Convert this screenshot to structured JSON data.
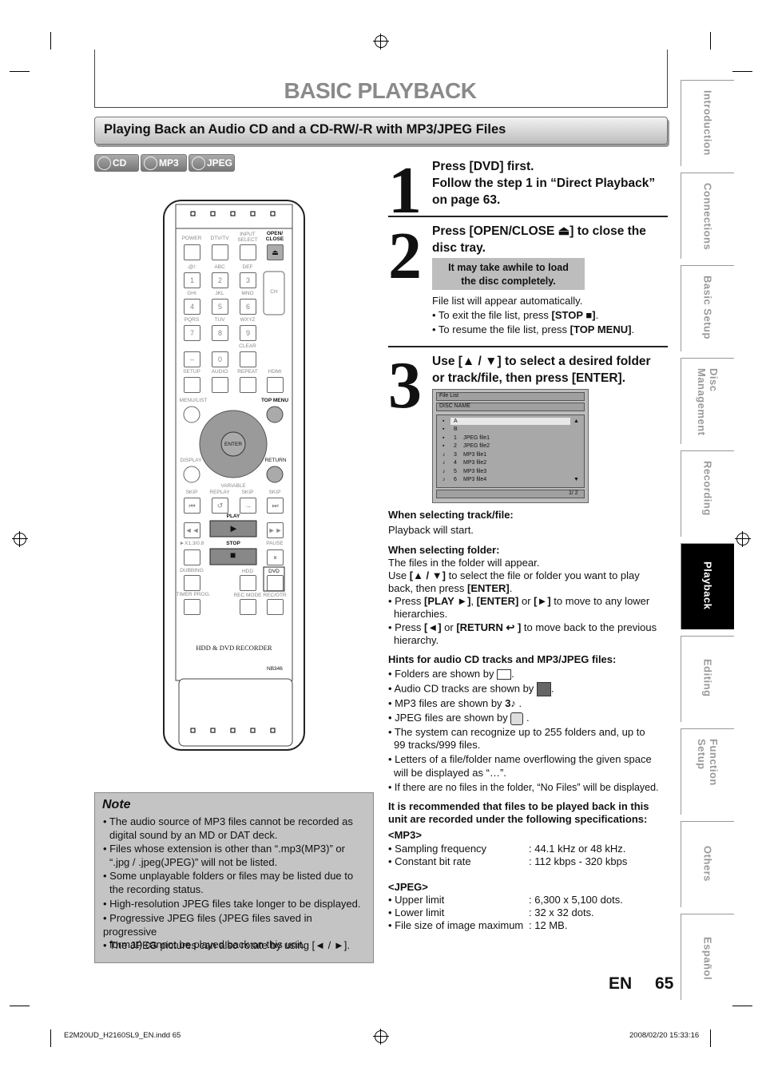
{
  "header": {
    "title": "BASIC PLAYBACK"
  },
  "section": {
    "title": "Playing Back an Audio CD and a CD-RW/-R with MP3/JPEG Files"
  },
  "disc_icons": [
    "CD",
    "MP3",
    "JPEG"
  ],
  "steps": {
    "s1": {
      "num": "1",
      "line1": "Press [DVD] first.",
      "line2": "Follow the step 1 in “Direct Playback”",
      "line3": "on page 63."
    },
    "s2": {
      "num": "2",
      "line1": "Press [OPEN/CLOSE ⏏] to close the",
      "line2": "disc tray.",
      "hint1": "It may take awhile to load",
      "hint2": "the disc completely.",
      "info": "File list will appear automatically.",
      "b1_pre": "• To exit the file list, press ",
      "b1_bold": "[STOP ■]",
      "b1_post": ".",
      "b2_pre": "• To resume the file list, press ",
      "b2_bold": "[TOP MENU]",
      "b2_post": "."
    },
    "s3": {
      "num": "3",
      "line1": "Use [▲ / ▼] to select a desired folder",
      "line2": "or track/file, then press [ENTER]."
    }
  },
  "screen": {
    "title": "File List",
    "disc_name": "DISC NAME",
    "rows": [
      {
        "num": "",
        "name": "A"
      },
      {
        "num": "",
        "name": "B"
      },
      {
        "num": "1",
        "name": "JPEG file1"
      },
      {
        "num": "2",
        "name": "JPEG file2"
      },
      {
        "num": "3",
        "name": "MP3   file1"
      },
      {
        "num": "4",
        "name": "MP3   file2"
      },
      {
        "num": "5",
        "name": "MP3   file3"
      },
      {
        "num": "6",
        "name": "MP3   file4"
      }
    ],
    "page": "1/ 2"
  },
  "track": {
    "heading": "When selecting track/file:",
    "text": "Playback will start."
  },
  "folder": {
    "heading": "When selecting folder:",
    "l1": "The files in the folder will appear.",
    "l2a": "Use ",
    "l2b": "[▲ / ▼]",
    "l2c": " to select the file or folder you want to play",
    "l3a": "back, then press ",
    "l3b": "[ENTER]",
    "l3c": ".",
    "b1a": "• Press ",
    "b1b": "[PLAY ►]",
    "b1c": ", ",
    "b1d": "[ENTER]",
    "b1e": " or ",
    "b1f": "[►]",
    "b1g": " to move to any lower",
    "b1h": "hierarchies.",
    "b2a": "• Press ",
    "b2b": "[◄]",
    "b2c": " or ",
    "b2d": "[RETURN ↩ ]",
    "b2e": " to move back to the previous",
    "b2f": "hierarchy."
  },
  "hints": {
    "heading": "Hints for audio CD tracks and MP3/JPEG files:",
    "h1": "• Folders are shown by",
    "h2": "• Audio CD tracks are shown by",
    "h3": "• MP3 files are shown by",
    "h4": "• JPEG files are shown by",
    "h5a": "• The system can recognize up to 255 folders and, up to",
    "h5b": "99 tracks/999 files.",
    "h6a": "• Letters of a file/folder name overflowing the given space",
    "h6b": "will be displayed as “…”.",
    "h7": "• If there are no files in the folder, “No Files” will be displayed."
  },
  "specs": {
    "heading1": "It is recommended that files to be played back in this",
    "heading2": "unit are recorded under the following specifications:",
    "mp3_label": "<MP3>",
    "mp3": [
      {
        "k": "• Sampling frequency",
        "v": ": 44.1 kHz or 48 kHz."
      },
      {
        "k": "• Constant bit rate",
        "v": ": 112 kbps - 320 kbps"
      }
    ],
    "jpeg_label": "<JPEG>",
    "jpeg": [
      {
        "k": "• Upper limit",
        "v": ": 6,300 x 5,100 dots."
      },
      {
        "k": "• Lower limit",
        "v": ": 32 x 32 dots."
      },
      {
        "k": "• File size of image maximum",
        "v": ": 12 MB."
      }
    ]
  },
  "note": {
    "title": "Note",
    "items": [
      [
        "• The audio source of MP3 files cannot be recorded as",
        "digital sound by an MD or DAT deck."
      ],
      [
        "• Files whose extension is other than “.mp3(MP3)” or",
        "“.jpg / .jpeg(JPEG)” will not be listed."
      ],
      [
        "• Some unplayable folders or files may be listed due to",
        "the recording status."
      ],
      [
        "• High-resolution JPEG files take longer to be displayed.",
        ""
      ],
      [
        "• Progressive JPEG files (JPEG files saved in progressive",
        "format) cannot be played back on this unit."
      ],
      [
        "• The JPEG pictures can also rotate by using [◄ / ►].",
        ""
      ]
    ]
  },
  "remote": {
    "labels": [
      "POWER",
      "DTV/TV",
      "INPUT SELECT",
      "OPEN/ CLOSE",
      ".@/:",
      "ABC",
      "DEF",
      "GHI",
      "JKL",
      "MNO",
      "CH",
      "PQRS",
      "TUV",
      "WXYZ",
      "CLEAR",
      "SETUP",
      "AUDIO",
      "REPEAT",
      "HDMI",
      "MENU/LIST",
      "TOP MENU",
      "ENTER",
      "DISPLAY",
      "RETURN",
      "VARIABLE",
      "SKIP",
      "REPLAY",
      "SKIP",
      "SKIP",
      "PLAY",
      "►X1.3/0.8",
      "STOP",
      "PAUSE",
      "DUBBING",
      "HDD",
      "DVD",
      "TIMER PROG.",
      "REC MODE",
      "REC/OTR"
    ],
    "digits": [
      "1",
      "2",
      "3",
      "4",
      "5",
      "6",
      "7",
      "8",
      "9",
      "–",
      "0"
    ],
    "brand": "HDD & DVD RECORDER",
    "model": "NB346"
  },
  "side_tabs": [
    "Introduction",
    "Connections",
    "Basic Setup",
    "Disc Management",
    "Recording",
    "Playback",
    "Editing",
    "Function Setup",
    "Others",
    "Español"
  ],
  "footer": {
    "lang": "EN",
    "page": "65",
    "file": "E2M20UD_H2160SL9_EN.indd   65",
    "date": "2008/02/20   15:33:16"
  }
}
